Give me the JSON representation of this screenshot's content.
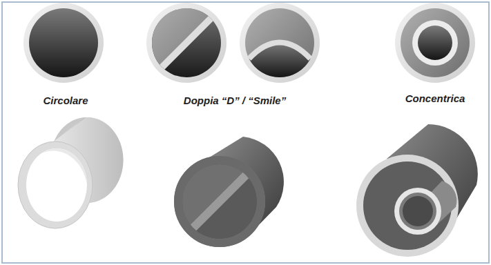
{
  "diagram": {
    "labels": [
      "Circolare",
      "Doppia “D” / “Smile”",
      "Concentrica"
    ]
  }
}
